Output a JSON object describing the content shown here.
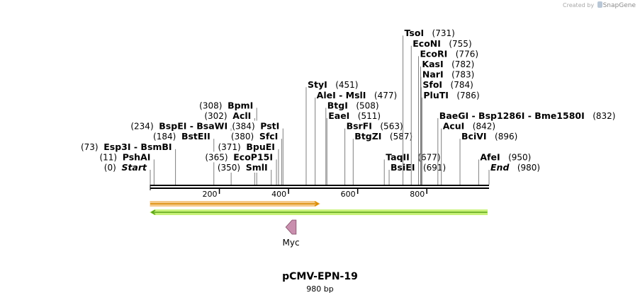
{
  "credit": {
    "prefix": "Created by",
    "brand": "SnapGene"
  },
  "plasmid": {
    "name": "pCMV-EPN-19",
    "length_label": "980 bp",
    "length": 980
  },
  "ruler": {
    "ticks": [
      200,
      400,
      600,
      800
    ]
  },
  "features": [
    {
      "name": "arrow-orange",
      "start": 0,
      "end": 490,
      "direction": "forward",
      "color": "#f5c98a",
      "stroke": "#d98b00",
      "label": ""
    },
    {
      "name": "arrow-green",
      "start": 0,
      "end": 975,
      "direction": "reverse",
      "color": "#c9f27a",
      "stroke": "#5aa317",
      "label": ""
    },
    {
      "name": "myc",
      "start": 392,
      "end": 422,
      "direction": "reverse",
      "color": "#c98fae",
      "stroke": "#7e4b64",
      "label": "Myc"
    }
  ],
  "sites": [
    {
      "name": "Start",
      "pos": "(0)",
      "bp": 0,
      "italic": true,
      "row": 0,
      "side": "left"
    },
    {
      "name": "PshAI",
      "pos": "(11)",
      "bp": 11,
      "row": 1,
      "side": "left"
    },
    {
      "name": "Esp3I - BsmBI",
      "pos": "(73)",
      "bp": 73,
      "row": 2,
      "side": "left"
    },
    {
      "name": "BstEII",
      "pos": "(184)",
      "bp": 184,
      "row": 3,
      "side": "left"
    },
    {
      "name": "BspEI - BsaWI",
      "pos": "(234)",
      "bp": 234,
      "row": 4,
      "side": "left"
    },
    {
      "name": "AclI",
      "pos": "(302)",
      "bp": 302,
      "row": 5,
      "side": "left"
    },
    {
      "name": "BpmI",
      "pos": "(308)",
      "bp": 308,
      "row": 6,
      "side": "left"
    },
    {
      "name": "SmlI",
      "pos": "(350)",
      "bp": 350,
      "row": 0,
      "side": "left"
    },
    {
      "name": "EcoP15I",
      "pos": "(365)",
      "bp": 365,
      "row": 1,
      "side": "left"
    },
    {
      "name": "BpuEI",
      "pos": "(371)",
      "bp": 371,
      "row": 2,
      "side": "left"
    },
    {
      "name": "SfcI",
      "pos": "(380)",
      "bp": 380,
      "row": 3,
      "side": "left"
    },
    {
      "name": "PstI",
      "pos": "(384)",
      "bp": 384,
      "row": 4,
      "side": "left"
    },
    {
      "name": "StyI",
      "pos": "(451)",
      "bp": 451,
      "row": 8,
      "side": "right"
    },
    {
      "name": "AleI - MslI",
      "pos": "(477)",
      "bp": 477,
      "row": 7,
      "side": "right"
    },
    {
      "name": "BtgI",
      "pos": "(508)",
      "bp": 508,
      "row": 6,
      "side": "right"
    },
    {
      "name": "EaeI",
      "pos": "(511)",
      "bp": 511,
      "row": 5,
      "side": "right"
    },
    {
      "name": "BsrFI",
      "pos": "(563)",
      "bp": 563,
      "row": 4,
      "side": "right"
    },
    {
      "name": "BtgZI",
      "pos": "(587)",
      "bp": 587,
      "row": 3,
      "side": "right"
    },
    {
      "name": "TaqII",
      "pos": "(677)",
      "bp": 677,
      "row": 1,
      "side": "right"
    },
    {
      "name": "BsiEI",
      "pos": "(691)",
      "bp": 691,
      "row": 0,
      "side": "right"
    },
    {
      "name": "TsoI",
      "pos": "(731)",
      "bp": 731,
      "row": 13,
      "side": "right"
    },
    {
      "name": "EcoNI",
      "pos": "(755)",
      "bp": 755,
      "row": 12,
      "side": "right"
    },
    {
      "name": "EcoRI",
      "pos": "(776)",
      "bp": 776,
      "row": 11,
      "side": "right"
    },
    {
      "name": "KasI",
      "pos": "(782)",
      "bp": 782,
      "row": 10,
      "side": "right"
    },
    {
      "name": "NarI",
      "pos": "(783)",
      "bp": 783,
      "row": 9,
      "side": "right"
    },
    {
      "name": "SfoI",
      "pos": "(784)",
      "bp": 784,
      "row": 8,
      "side": "right"
    },
    {
      "name": "PluTI",
      "pos": "(786)",
      "bp": 786,
      "row": 7,
      "side": "right"
    },
    {
      "name": "BaeGI - Bsp1286I - Bme1580I",
      "pos": "(832)",
      "bp": 832,
      "row": 5,
      "side": "right"
    },
    {
      "name": "AcuI",
      "pos": "(842)",
      "bp": 842,
      "row": 4,
      "side": "right"
    },
    {
      "name": "BciVI",
      "pos": "(896)",
      "bp": 896,
      "row": 3,
      "side": "right"
    },
    {
      "name": "AfeI",
      "pos": "(950)",
      "bp": 950,
      "row": 1,
      "side": "right"
    },
    {
      "name": "End",
      "pos": "(980)",
      "bp": 980,
      "italic": true,
      "row": 0,
      "side": "right"
    }
  ]
}
